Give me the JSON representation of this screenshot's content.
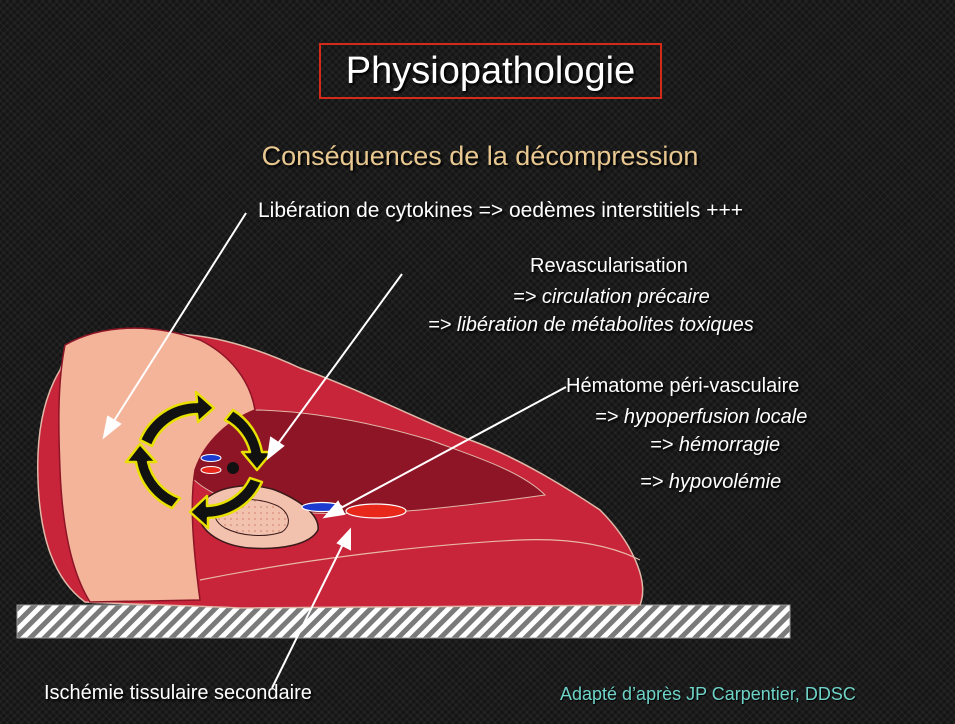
{
  "slide": {
    "title": "Physiopathologie",
    "subtitle": "Conséquences de la décompression",
    "cytokines": "Libération de cytokines => oedèmes interstitiels +++",
    "revasc_title": "Revascularisation",
    "revasc_line1": "=> circulation précaire",
    "revasc_line2": "=> libération de métabolites toxiques",
    "hematome_title": "Hématome péri-vasculaire",
    "hematome_line1": "=> hypoperfusion locale",
    "hematome_line2": "=> hémorragie",
    "hematome_line3": "=> hypovolémie",
    "ischemie": "Ischémie tissulaire secondaire",
    "credit": "Adapté d’après JP Carpentier, DDSC"
  },
  "colors": {
    "background": "#151515",
    "title_border": "#d32a1a",
    "subtitle": "#e8c890",
    "credit": "#6fd3c8",
    "limb_red": "#c8243a",
    "limb_dark": "#8e1526",
    "skin": "#f4b49a",
    "bone": "#f2c2ae",
    "circular_arrows": "#e8e000",
    "artery": "#e8281a",
    "vein": "#1a3ad0"
  },
  "icons": {
    "circular_arrows": "circular-arrows-icon",
    "ground": "hatched-ground-icon"
  }
}
